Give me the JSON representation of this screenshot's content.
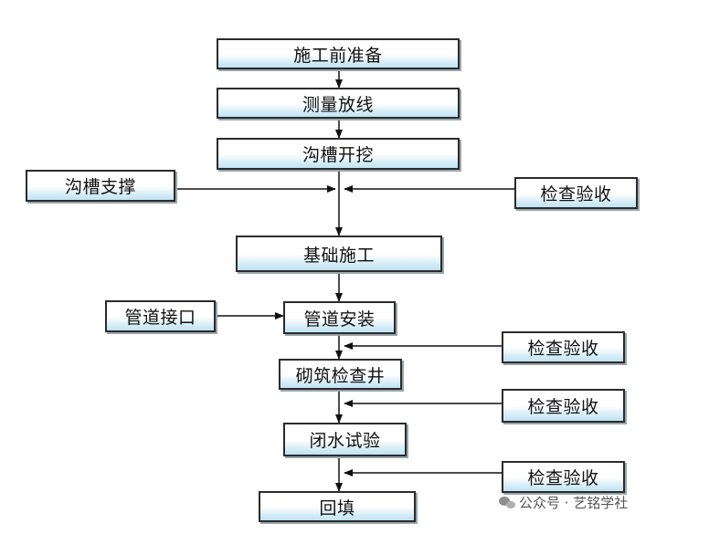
{
  "nodes": {
    "prep": "施工前准备",
    "survey": "测量放线",
    "trench": "沟槽开挖",
    "support": "沟槽支撑",
    "inspect1": "检查验收",
    "foundation": "基础施工",
    "joint": "管道接口",
    "pipe_install": "管道安装",
    "inspect2": "检查验收",
    "masonry": "砌筑检查井",
    "inspect3": "检查验收",
    "water_test": "闭水试验",
    "inspect4": "检查验收",
    "backfill": "回填"
  },
  "watermark": {
    "text": "公众号 · 艺铭学社",
    "icon": "wechat-icon"
  },
  "colors": {
    "border": "#2b2b2b",
    "gradient_bottom": "#bfe3f3",
    "arrow": "#111111"
  }
}
